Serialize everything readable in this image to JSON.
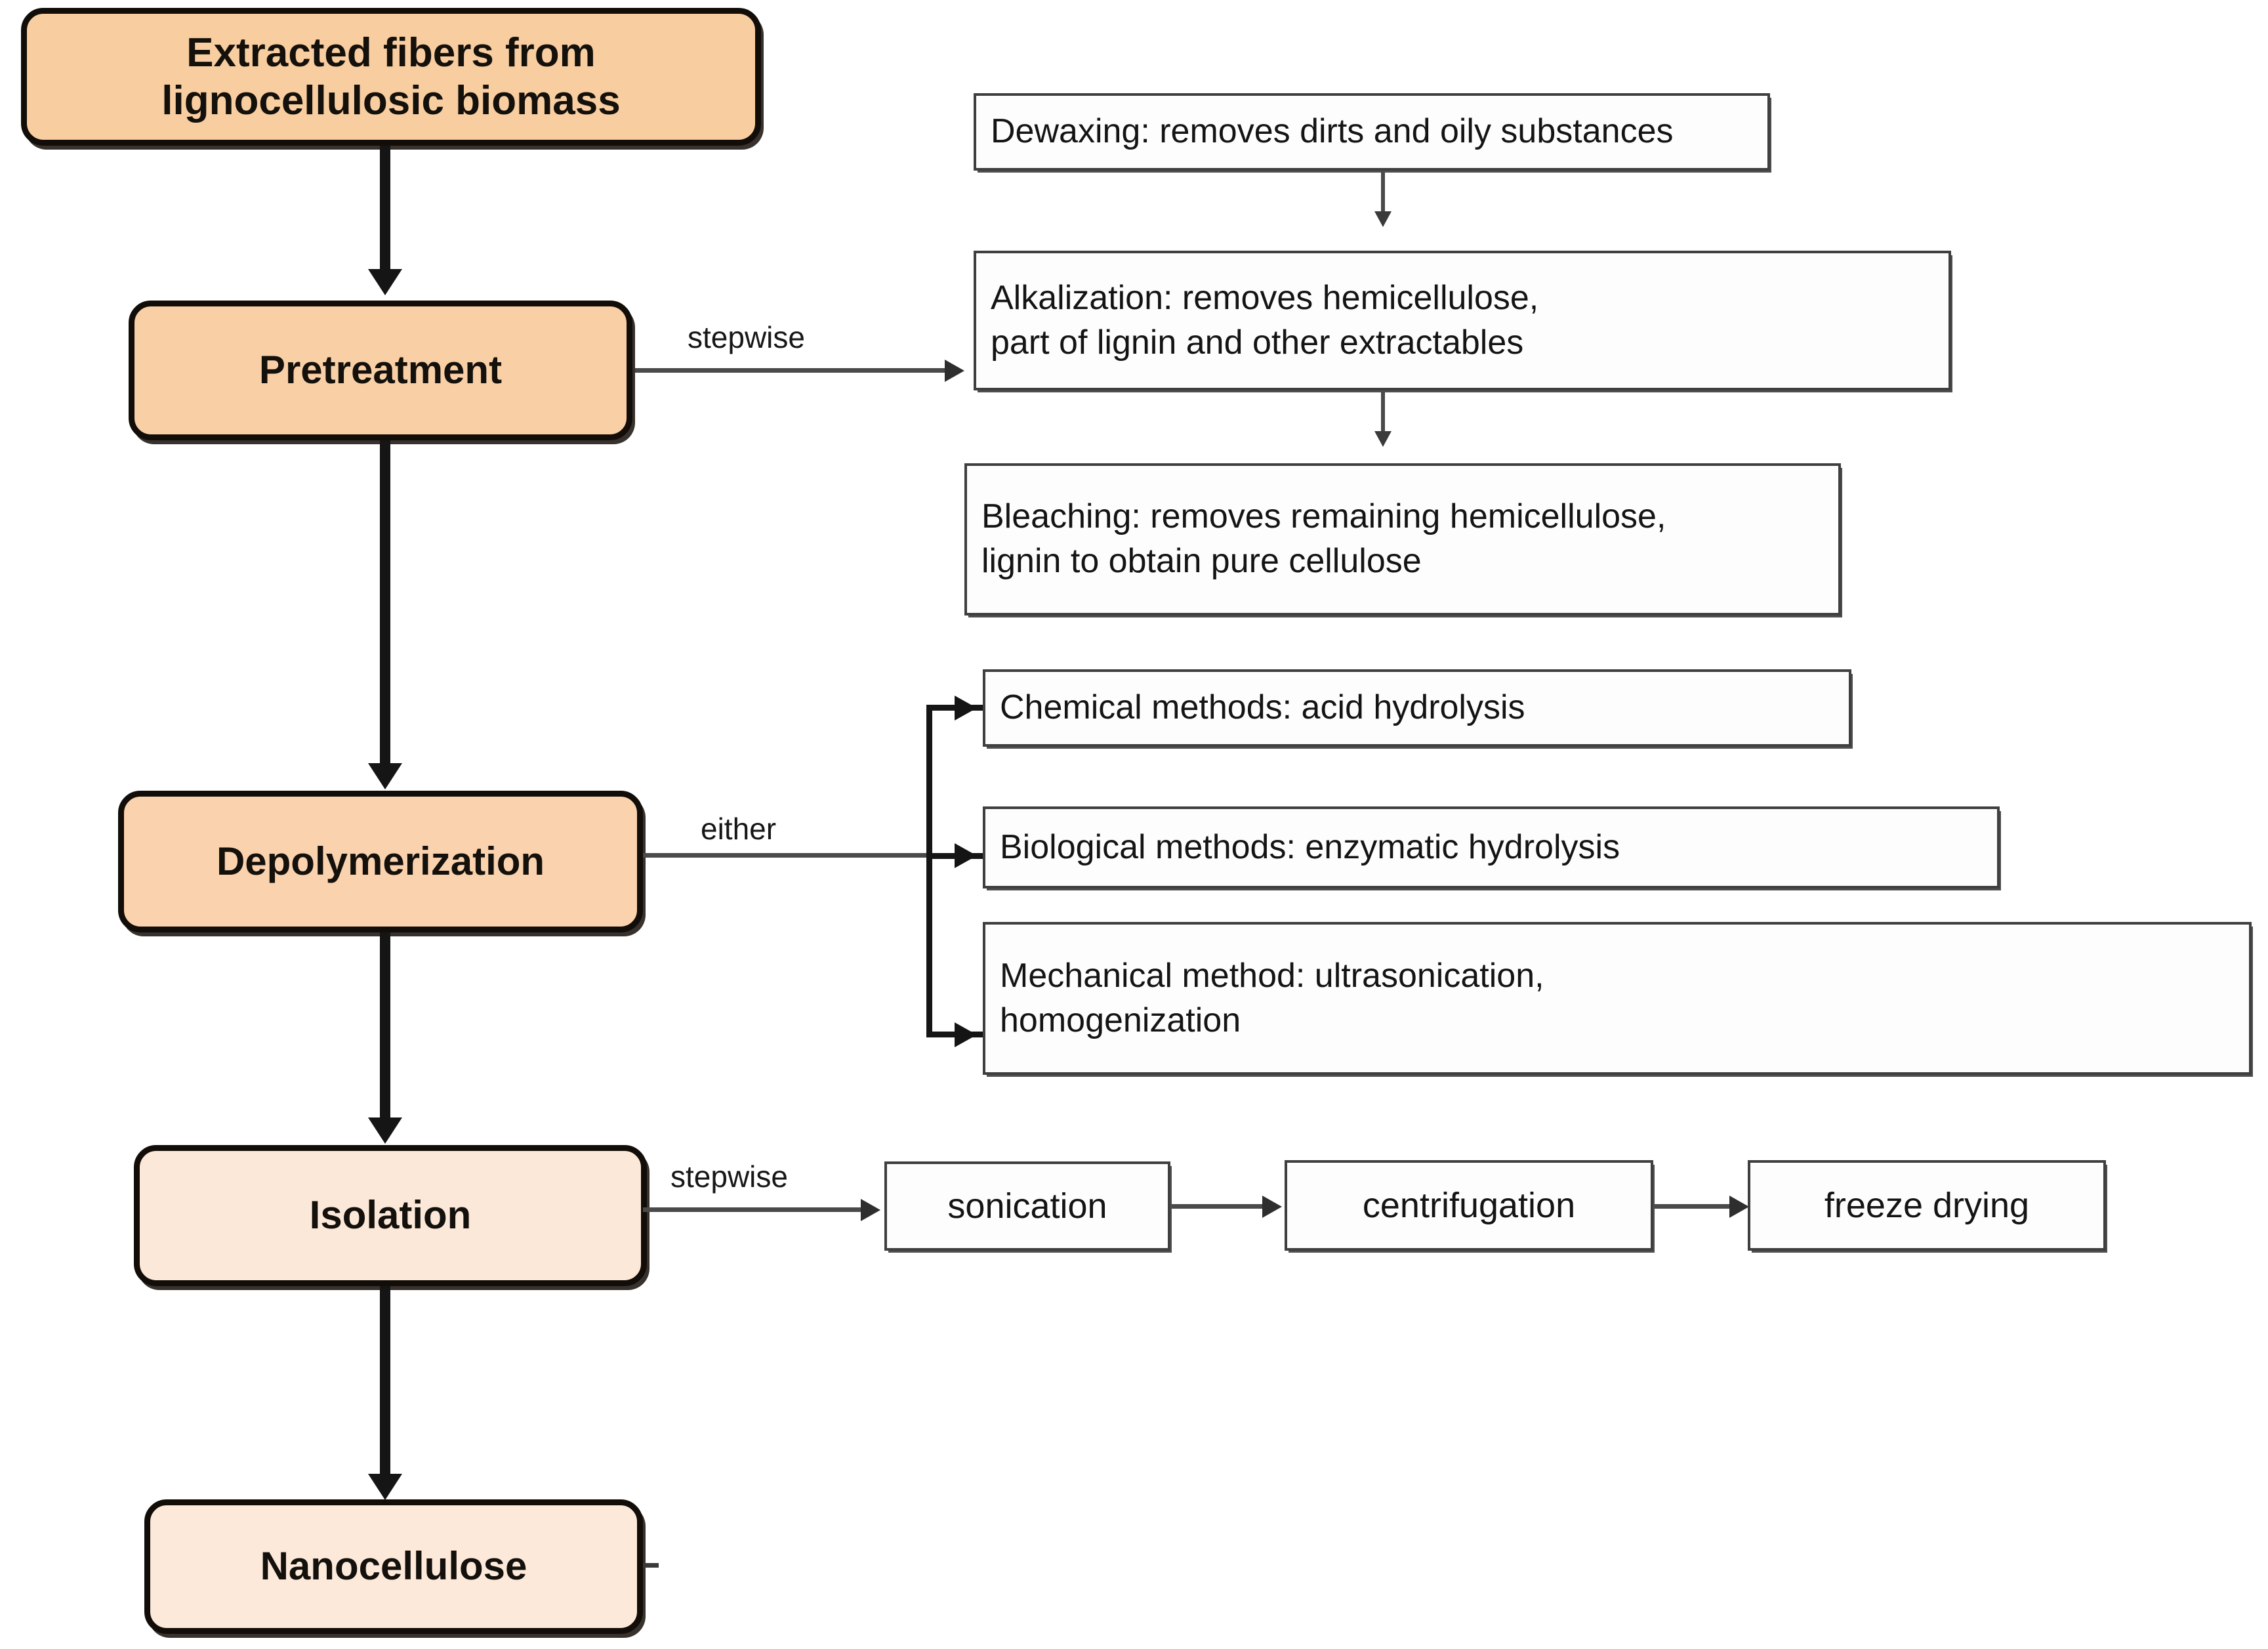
{
  "diagram": {
    "title": "Nanocellulose extraction process flowchart",
    "colors": {
      "source_box_fill": "#f8cda0",
      "pretreatment_fill": "#f9cfa6",
      "depolymerization_fill": "#fad2ae",
      "isolation_fill": "#fce8d8",
      "nanocellulose_fill": "#fce9da",
      "detail_box_fill": "#fdfdfd",
      "outline_dark": "#120d08",
      "outline_grey": "#3f3f3f",
      "text": "#141414"
    },
    "main_stages": [
      {
        "id": "source",
        "label": "Extracted fibers from lignocellulosic biomass",
        "line1": "Extracted fibers from",
        "line2": "lignocellulosic biomass"
      },
      {
        "id": "pretreatment",
        "label": "Pretreatment"
      },
      {
        "id": "depolymerization",
        "label": "Depolymerization"
      },
      {
        "id": "isolation",
        "label": "Isolation"
      },
      {
        "id": "nanocellulose",
        "label": "Nanocellulose"
      }
    ],
    "edge_labels": {
      "pretreatment_branch": "stepwise",
      "depolymerization_branch": "either",
      "isolation_branch": "stepwise"
    },
    "pretreatment_steps": [
      {
        "id": "dewaxing",
        "line1": "Dewaxing: removes dirts and oily substances",
        "line2": ""
      },
      {
        "id": "alkalization",
        "line1": "Alkalization: removes hemicellulose,",
        "line2": "part of lignin and other extractables"
      },
      {
        "id": "bleaching",
        "line1": "Bleaching: removes remaining hemicellulose,",
        "line2": "lignin to obtain pure cellulose"
      }
    ],
    "depolymerization_methods": [
      {
        "id": "chemical",
        "line1": "Chemical methods: acid hydrolysis",
        "line2": ""
      },
      {
        "id": "biological",
        "line1": "Biological methods: enzymatic hydrolysis",
        "line2": ""
      },
      {
        "id": "mechanical",
        "line1": "Mechanical method: ultrasonication,",
        "line2": "homogenization"
      }
    ],
    "isolation_steps": [
      {
        "id": "sonication",
        "label": "sonication"
      },
      {
        "id": "centrifugation",
        "label": "centrifugation"
      },
      {
        "id": "freeze-drying",
        "label": "freeze drying"
      }
    ]
  }
}
